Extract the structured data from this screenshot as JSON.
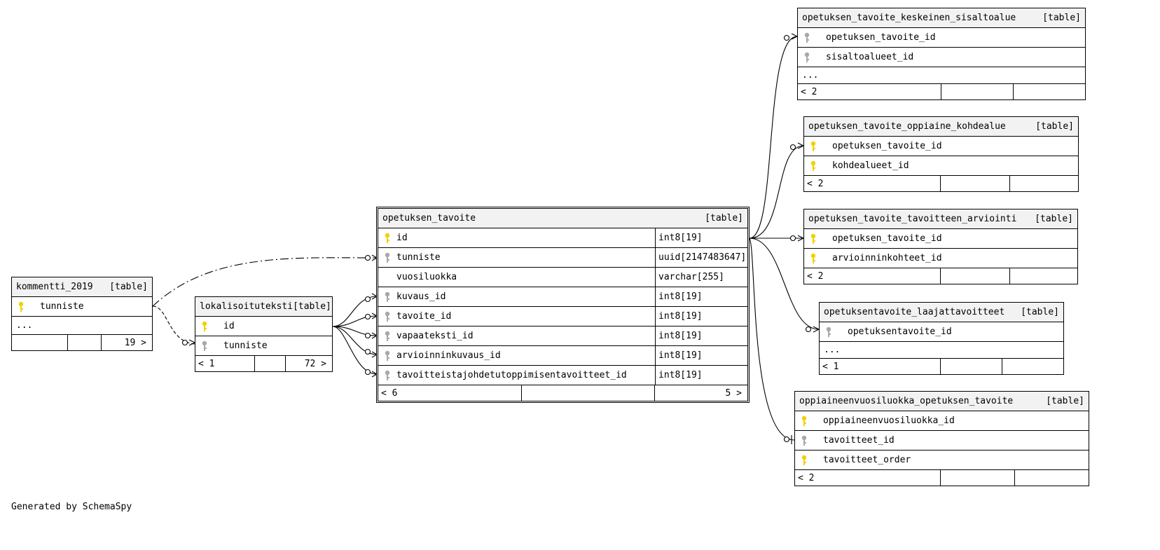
{
  "footer": {
    "generated": "Generated by SchemaSpy"
  },
  "icons": {
    "primary_key_color": "#f2d100",
    "foreign_key_color": "#a8a8a8"
  },
  "tables": {
    "kommentti": {
      "name": "kommentti_2019",
      "kind": "[table]",
      "columns": [
        {
          "name": "tunniste",
          "key": "primary"
        }
      ],
      "ellipsis": "...",
      "footer": [
        "",
        "",
        "19 >"
      ]
    },
    "lokalisoituteksti": {
      "name": "lokalisoituteksti",
      "kind": "[table]",
      "columns": [
        {
          "name": "id",
          "key": "primary"
        },
        {
          "name": "tunniste",
          "key": "foreign"
        }
      ],
      "footer": [
        "< 1",
        "",
        "72 >"
      ]
    },
    "opetuksen_tavoite": {
      "name": "opetuksen_tavoite",
      "kind": "[table]",
      "columns": [
        {
          "name": "id",
          "key": "primary",
          "type": "int8[19]"
        },
        {
          "name": "tunniste",
          "key": "foreign",
          "type": "uuid[2147483647]"
        },
        {
          "name": "vuosiluokka",
          "key": "none",
          "type": "varchar[255]"
        },
        {
          "name": "kuvaus_id",
          "key": "foreign",
          "type": "int8[19]"
        },
        {
          "name": "tavoite_id",
          "key": "foreign",
          "type": "int8[19]"
        },
        {
          "name": "vapaateksti_id",
          "key": "foreign",
          "type": "int8[19]"
        },
        {
          "name": "arvioinninkuvaus_id",
          "key": "foreign",
          "type": "int8[19]"
        },
        {
          "name": "tavoitteistajohdetutoppimisentavoitteet_id",
          "key": "foreign",
          "type": "int8[19]"
        }
      ],
      "footer": [
        "< 6",
        "",
        "5 >"
      ]
    },
    "keskeinen": {
      "name": "opetuksen_tavoite_keskeinen_sisaltoalue",
      "kind": "[table]",
      "columns": [
        {
          "name": "opetuksen_tavoite_id",
          "key": "foreign"
        },
        {
          "name": "sisaltoalueet_id",
          "key": "foreign"
        }
      ],
      "ellipsis": "...",
      "footer": [
        "< 2",
        "",
        ""
      ]
    },
    "kohdealue": {
      "name": "opetuksen_tavoite_oppiaine_kohdealue",
      "kind": "[table]",
      "columns": [
        {
          "name": "opetuksen_tavoite_id",
          "key": "primary"
        },
        {
          "name": "kohdealueet_id",
          "key": "primary"
        }
      ],
      "footer": [
        "< 2",
        "",
        ""
      ]
    },
    "arviointi": {
      "name": "opetuksen_tavoite_tavoitteen_arviointi",
      "kind": "[table]",
      "columns": [
        {
          "name": "opetuksen_tavoite_id",
          "key": "primary"
        },
        {
          "name": "arvioinninkohteet_id",
          "key": "primary"
        }
      ],
      "footer": [
        "< 2",
        "",
        ""
      ]
    },
    "laajat": {
      "name": "opetuksentavoite_laajattavoitteet",
      "kind": "[table]",
      "columns": [
        {
          "name": "opetuksentavoite_id",
          "key": "foreign"
        }
      ],
      "ellipsis": "...",
      "footer": [
        "< 1",
        "",
        ""
      ]
    },
    "vuosiluokka": {
      "name": "oppiaineenvuosiluokka_opetuksen_tavoite",
      "kind": "[table]",
      "columns": [
        {
          "name": "oppiaineenvuosiluokka_id",
          "key": "primary"
        },
        {
          "name": "tavoitteet_id",
          "key": "foreign"
        },
        {
          "name": "tavoitteet_order",
          "key": "primary"
        }
      ],
      "footer": [
        "< 2",
        "",
        ""
      ]
    }
  }
}
